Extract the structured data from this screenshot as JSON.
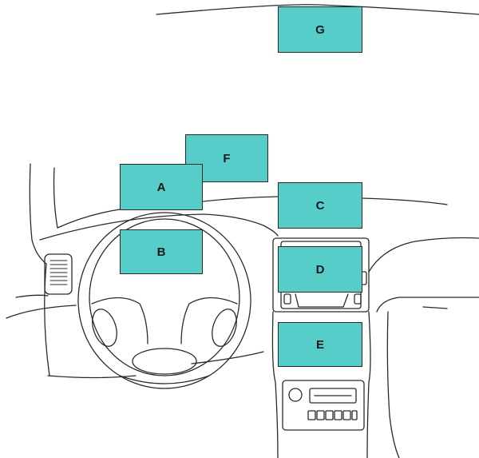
{
  "colors": {
    "zone_fill": "#56cdc8",
    "line": "#2a2a2a",
    "background": "#ffffff"
  },
  "zones": [
    {
      "key": "g",
      "label": "G"
    },
    {
      "key": "f",
      "label": "F"
    },
    {
      "key": "a",
      "label": "A"
    },
    {
      "key": "c",
      "label": "C"
    },
    {
      "key": "b",
      "label": "B"
    },
    {
      "key": "d",
      "label": "D"
    },
    {
      "key": "e",
      "label": "E"
    }
  ]
}
